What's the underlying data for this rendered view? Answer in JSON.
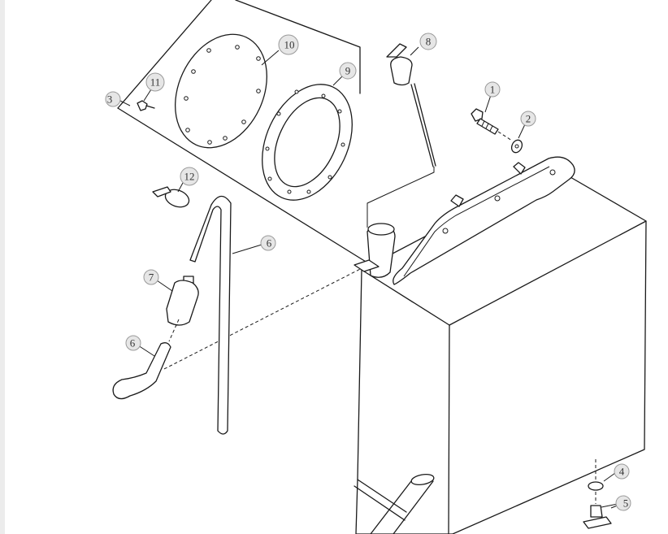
{
  "diagram": {
    "part_numbers": [
      "1",
      "2",
      "3",
      "4",
      "5",
      "6",
      "6",
      "7",
      "8",
      "9",
      "10",
      "11",
      "12"
    ]
  }
}
